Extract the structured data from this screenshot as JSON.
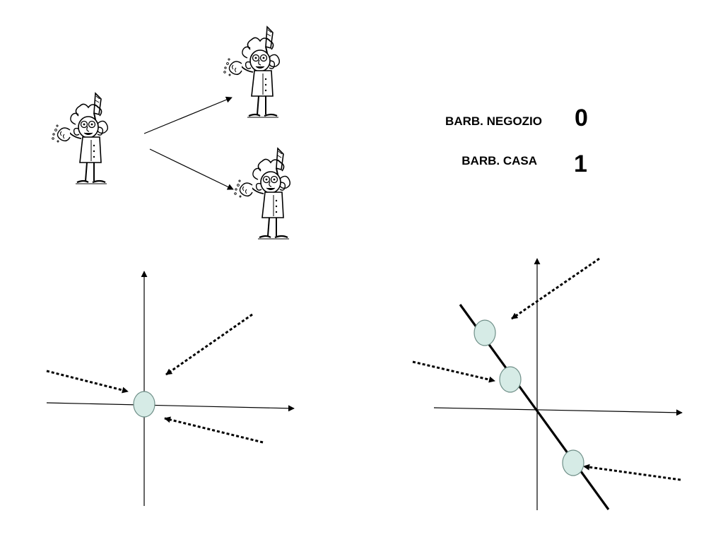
{
  "legend": {
    "rows": [
      {
        "label": "BARB. NEGOZIO",
        "value": "0"
      },
      {
        "label": "BARB. CASA",
        "value": "1"
      }
    ]
  },
  "colors": {
    "ink": "#000000",
    "equilibrium_fill": "#d6ebe6",
    "equilibrium_stroke": "#6f8f88",
    "figure_skin": "#ffffff"
  },
  "icons": [
    "barber-figure-icon"
  ]
}
